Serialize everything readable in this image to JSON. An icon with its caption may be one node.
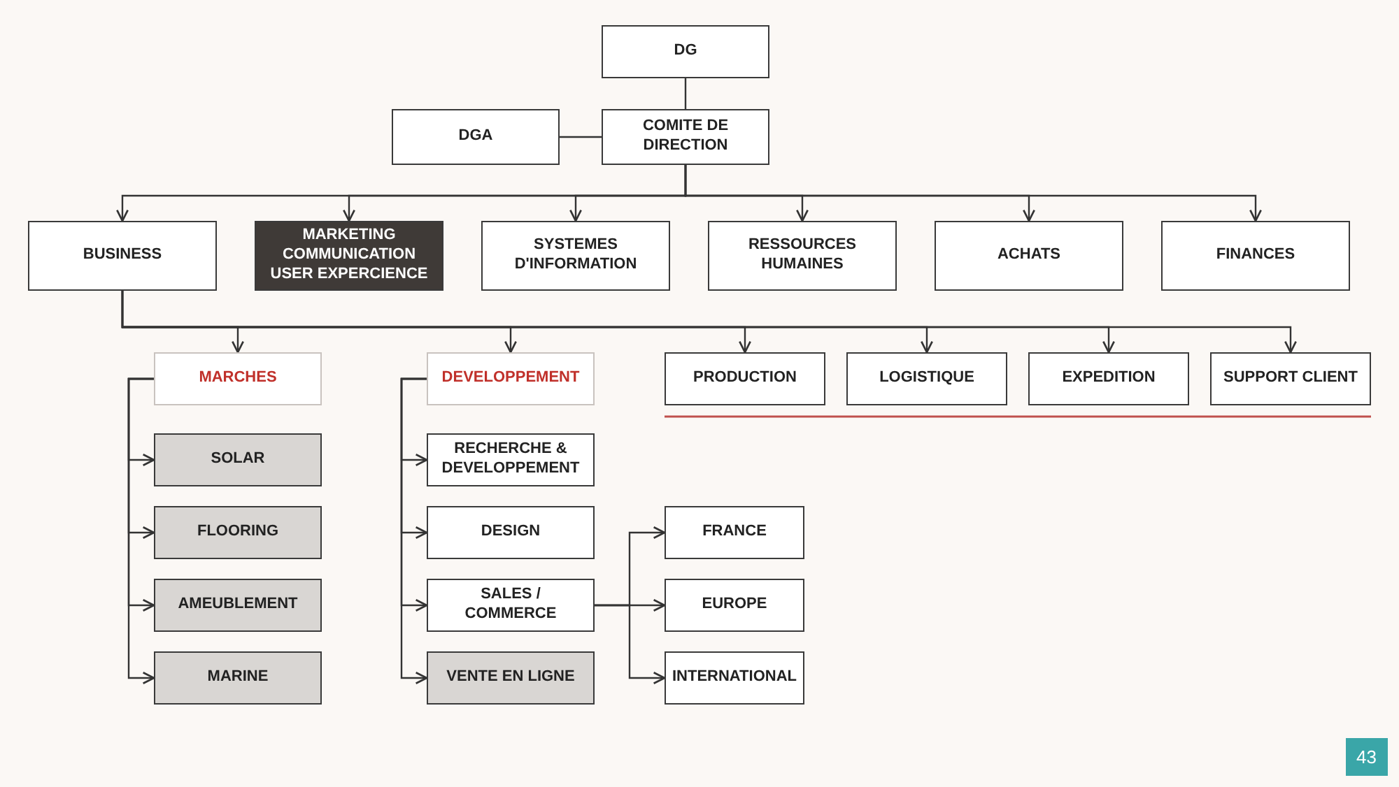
{
  "diagram": {
    "nodes": [
      {
        "text": [
          "DG"
        ]
      },
      {
        "text": [
          "DGA"
        ]
      },
      {
        "text": [
          "COMITE DE DIRECTION"
        ]
      },
      {
        "text": [
          "BUSINESS"
        ]
      },
      {
        "text": [
          "MARKETING COMMUNICATION USER EXPERCIENCE"
        ]
      },
      {
        "text": [
          "SYSTEMES D'INFORMATION"
        ]
      },
      {
        "text": [
          "RESSOURCES HUMAINES"
        ]
      },
      {
        "text": [
          "ACHATS"
        ]
      },
      {
        "text": [
          "FINANCES"
        ]
      },
      {
        "text": [
          "MARCHES"
        ]
      },
      {
        "text": [
          "DEVELOPPEMENT"
        ]
      },
      {
        "text": [
          "PRODUCTION"
        ]
      },
      {
        "text": [
          "LOGISTIQUE"
        ]
      },
      {
        "text": [
          "EXPEDITION"
        ]
      },
      {
        "text": [
          "SUPPORT CLIENT"
        ]
      },
      {
        "text": [
          "SOLAR"
        ]
      },
      {
        "text": [
          "RECHERCHE & DEVELOPPEMENT"
        ]
      },
      {
        "text": [
          "FLOORING"
        ]
      },
      {
        "text": [
          "DESIGN"
        ]
      },
      {
        "text": [
          "FRANCE"
        ]
      },
      {
        "text": [
          "AMEUBLEMENT"
        ]
      },
      {
        "text": [
          "SALES / COMMERCE"
        ]
      },
      {
        "text": [
          "EUROPE"
        ]
      },
      {
        "text": [
          "MARINE"
        ]
      },
      {
        "text": [
          "INTERNATIONAL"
        ]
      },
      {
        "text": [
          "VENTE EN LIGNE"
        ]
      }
    ],
    "edges": [
      {
        "from": 0,
        "to": 2,
        "arrow": "none"
      },
      {
        "from": 1,
        "to": 2,
        "arrow": "none"
      },
      {
        "from": 2,
        "to": 3,
        "arrow": "to"
      },
      {
        "from": 2,
        "to": 4,
        "arrow": "to"
      },
      {
        "from": 2,
        "to": 5,
        "arrow": "to"
      },
      {
        "from": 2,
        "to": 6,
        "arrow": "to"
      },
      {
        "from": 2,
        "to": 7,
        "arrow": "to"
      },
      {
        "from": 2,
        "to": 8,
        "arrow": "to"
      },
      {
        "from": 3,
        "to": 9,
        "arrow": "to"
      },
      {
        "from": 3,
        "to": 10,
        "arrow": "to"
      },
      {
        "from": 3,
        "to": 11,
        "arrow": "to"
      },
      {
        "from": 3,
        "to": 12,
        "arrow": "to"
      },
      {
        "from": 3,
        "to": 13,
        "arrow": "to"
      },
      {
        "from": 3,
        "to": 14,
        "arrow": "to"
      },
      {
        "from": 9,
        "to": 15,
        "arrow": "to"
      },
      {
        "from": 9,
        "to": 17,
        "arrow": "to"
      },
      {
        "from": 9,
        "to": 20,
        "arrow": "to"
      },
      {
        "from": 9,
        "to": 23,
        "arrow": "to"
      },
      {
        "from": 10,
        "to": 16,
        "arrow": "to"
      },
      {
        "from": 10,
        "to": 18,
        "arrow": "to"
      },
      {
        "from": 10,
        "to": 21,
        "arrow": "to"
      },
      {
        "from": 10,
        "to": 25,
        "arrow": "to"
      },
      {
        "from": 21,
        "to": 19,
        "arrow": "to"
      },
      {
        "from": 21,
        "to": 22,
        "arrow": "to"
      },
      {
        "from": 21,
        "to": 24,
        "arrow": "to"
      }
    ],
    "labels": [
      "43"
    ]
  }
}
